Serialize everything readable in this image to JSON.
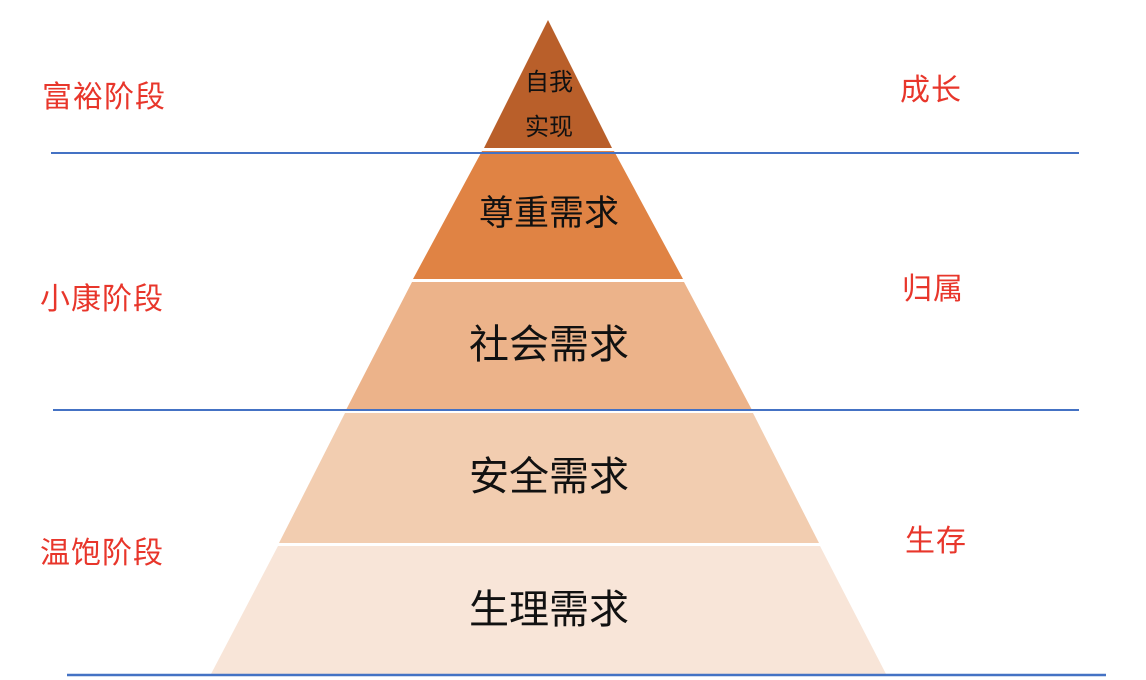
{
  "diagram": {
    "title": "",
    "type": "pyramid",
    "layers": [
      {
        "label_line1": "自我",
        "label_line2": "实现",
        "color": "#B95F2A"
      },
      {
        "label": "尊重需求",
        "color": "#E08344"
      },
      {
        "label": "社会需求",
        "color": "#ECB38A"
      },
      {
        "label": "安全需求",
        "color": "#F2CDB0"
      },
      {
        "label": "生理需求",
        "color": "#F8E5D8"
      }
    ],
    "left_labels": [
      {
        "text": "富裕阶段"
      },
      {
        "text": "小康阶段"
      },
      {
        "text": "温饱阶段"
      }
    ],
    "right_labels": [
      {
        "text": "成长"
      },
      {
        "text": "归属"
      },
      {
        "text": "生存"
      }
    ],
    "colors": {
      "label_red": "#E8362B",
      "divider_blue": "#4472C4",
      "layer_gap": "#FFFFFF"
    }
  }
}
